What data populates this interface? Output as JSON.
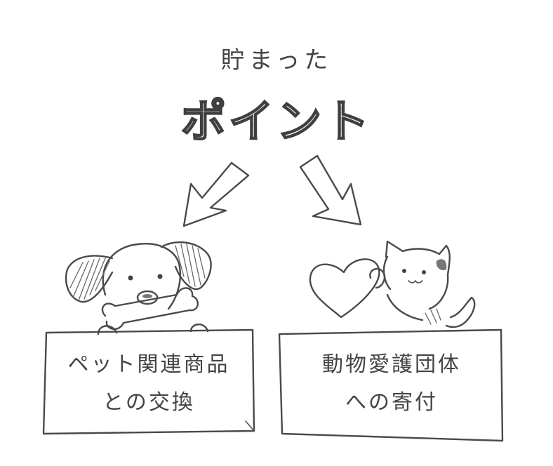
{
  "header": {
    "caption": "貯まった",
    "heading": "ポイント"
  },
  "options": [
    {
      "line1": "ペット関連商品",
      "line2": "との交換",
      "character": "dog-with-bone"
    },
    {
      "line1": "動物愛護団体",
      "line2": "への寄付",
      "character": "cat-with-heart"
    }
  ],
  "colors": {
    "ink": "#4a4a4a",
    "paper": "#ffffff"
  }
}
